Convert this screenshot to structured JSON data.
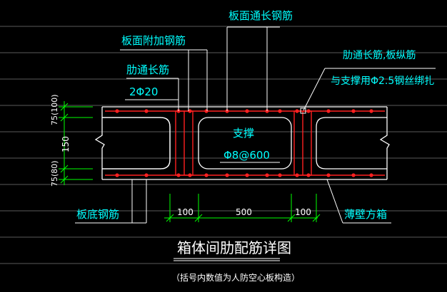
{
  "labels": {
    "top_rebar": "板面通长钢筋",
    "top_additional_rebar": "板面附加钢筋",
    "rib_rebar": "肋通长筋",
    "rib_rebar_spec": "2Φ20",
    "rib_longitudinal": "肋通长筋,板纵筋",
    "tie_wire": "与支撑用Φ2.5钢丝绑扎",
    "support": "支撑",
    "support_spec": "Φ8@600",
    "bottom_rebar": "板底钢筋",
    "thin_box": "薄壁方箱"
  },
  "dimensions": {
    "top": "75(100)",
    "middle": "150",
    "bottom": "75(80)",
    "rib_left": "100",
    "box_width": "500",
    "rib_right": "100"
  },
  "title": "箱体间肋配筋详图",
  "note": "（括号内数值为人防空心板构造）",
  "colors": {
    "background": "#000000",
    "outline": "#ffffff",
    "rebar": "#ff2020",
    "leader": "#ffffff",
    "label": "#00ffff",
    "dimension": "#00ff00",
    "grid": "#606060"
  }
}
